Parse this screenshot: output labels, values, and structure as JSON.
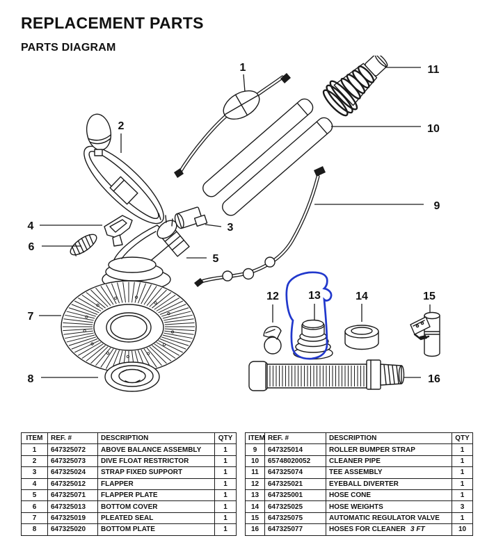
{
  "header": {
    "title": "REPLACEMENT PARTS",
    "subtitle": "PARTS DIAGRAM"
  },
  "diagram": {
    "callouts": [
      {
        "label": "1"
      },
      {
        "label": "2"
      },
      {
        "label": "3"
      },
      {
        "label": "4"
      },
      {
        "label": "5"
      },
      {
        "label": "6"
      },
      {
        "label": "7"
      },
      {
        "label": "8"
      },
      {
        "label": "9"
      },
      {
        "label": "10"
      },
      {
        "label": "11"
      },
      {
        "label": "12"
      },
      {
        "label": "13"
      },
      {
        "label": "14"
      },
      {
        "label": "15"
      },
      {
        "label": "16"
      }
    ],
    "annotation": {
      "around_item": "13",
      "color": "#2138cc"
    }
  },
  "tables": {
    "columns": {
      "item": "ITEM",
      "ref": "REF. #",
      "desc": "DESCRIPTION",
      "qty": "QTY"
    },
    "left": {
      "rows": [
        {
          "item": "1",
          "ref": "647325072",
          "desc": "ABOVE BALANCE ASSEMBLY",
          "qty": "1"
        },
        {
          "item": "2",
          "ref": "647325073",
          "desc": "DIVE FLOAT RESTRICTOR",
          "qty": "1"
        },
        {
          "item": "3",
          "ref": "647325024",
          "desc": "STRAP FIXED SUPPORT",
          "qty": "1"
        },
        {
          "item": "4",
          "ref": "647325012",
          "desc": "FLAPPER",
          "qty": "1"
        },
        {
          "item": "5",
          "ref": "647325071",
          "desc": "FLAPPER PLATE",
          "qty": "1"
        },
        {
          "item": "6",
          "ref": "647325013",
          "desc": "BOTTOM COVER",
          "qty": "1"
        },
        {
          "item": "7",
          "ref": "647325019",
          "desc": "PLEATED SEAL",
          "qty": "1"
        },
        {
          "item": "8",
          "ref": "647325020",
          "desc": "BOTTOM PLATE",
          "qty": "1"
        }
      ]
    },
    "right": {
      "rows": [
        {
          "item": "9",
          "ref": "647325014",
          "desc": "ROLLER BUMPER STRAP",
          "qty": "1"
        },
        {
          "item": "10",
          "ref": "65748020052",
          "desc": "CLEANER PIPE",
          "qty": "1"
        },
        {
          "item": "11",
          "ref": "647325074",
          "desc": "TEE ASSEMBLY",
          "qty": "1"
        },
        {
          "item": "12",
          "ref": "647325021",
          "desc": "EYEBALL DIVERTER",
          "qty": "1"
        },
        {
          "item": "13",
          "ref": "647325001",
          "desc": "HOSE CONE",
          "qty": "1"
        },
        {
          "item": "14",
          "ref": "647325025",
          "desc": "HOSE WEIGHTS",
          "qty": "3"
        },
        {
          "item": "15",
          "ref": "647325075",
          "desc": "AUTOMATIC REGULATOR VALVE",
          "qty": "1"
        },
        {
          "item": "16",
          "ref": "647325077",
          "desc": "HOSES FOR CLEANER",
          "desc_note": "3 FT",
          "qty": "10"
        }
      ]
    }
  }
}
